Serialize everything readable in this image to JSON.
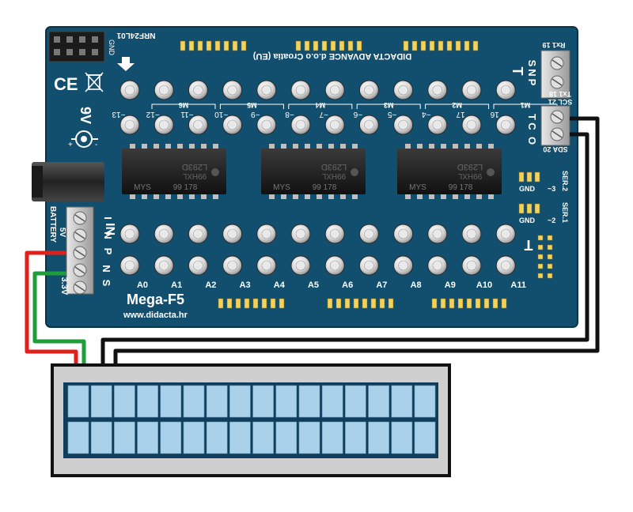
{
  "board": {
    "name": "Mega-F5",
    "url": "www.didacta.hr",
    "header_text": "DIDACTA ADVANCE d.o.o Croatia (EU)",
    "radio_label": "NRF24L01",
    "gnd_label": "GND",
    "ce_mark": "CE",
    "power_label": "9V",
    "color": "#124f6e"
  },
  "top_header": {
    "top_row_label": "T",
    "bottom_labels": [
      "~13",
      "~12",
      "~11",
      "~10",
      "~9",
      "~8",
      "~7",
      "~6",
      "~5",
      "~4",
      "17",
      "16"
    ],
    "motor_labels": [
      "M6",
      "M5",
      "M4",
      "M3",
      "M2",
      "M1"
    ]
  },
  "chips": [
    {
      "model": "L293D",
      "code": "99HXL",
      "maker": "MYS",
      "batch": "99 178"
    },
    {
      "model": "L293D",
      "code": "99HXL",
      "maker": "MYS",
      "batch": "99 178"
    },
    {
      "model": "L293D",
      "code": "99HXL",
      "maker": "MYS",
      "batch": "99 178"
    }
  ],
  "bottom_header": {
    "top_row_label": "IN",
    "bottom_row_label": "T",
    "analog_labels": [
      "A0",
      "A1",
      "A2",
      "A3",
      "A4",
      "A5",
      "A6",
      "A7",
      "A8",
      "A9",
      "A10",
      "A11"
    ]
  },
  "left_terminal": {
    "label": "BATTERY",
    "voltages": [
      "5V",
      "3.3V"
    ],
    "pin_letters": [
      "I",
      "N",
      "P",
      "N",
      "S"
    ]
  },
  "right_terminals": {
    "upper": {
      "label": "Rx1 19",
      "pin_letters": [
        "S",
        "N",
        "P"
      ],
      "sub_label": "Tx1 18"
    },
    "lower": {
      "label": "SCL 21",
      "pin_letters": [
        "T",
        "C",
        "O"
      ],
      "sub_label": "SDA 20"
    }
  },
  "serial_headers": [
    {
      "gnd": "GND",
      "pin": "~3",
      "port": "SER.2"
    },
    {
      "gnd": "GND",
      "pin": "~2",
      "port": "SER.1"
    }
  ],
  "lcd": {
    "rows": 2,
    "columns": 16,
    "frame_color": "#cfcfcf",
    "cell_color": "#a9d2ea"
  },
  "wires": {
    "red": "#e0201b",
    "green": "#1f9d3a",
    "black": "#111111"
  }
}
